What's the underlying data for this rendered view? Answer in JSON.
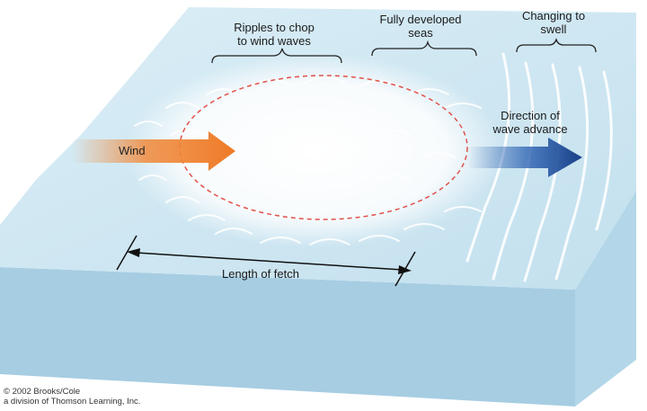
{
  "labels": {
    "ripples_line1": "Ripples to chop",
    "ripples_line2": "to wind waves",
    "fully_line1": "Fully developed",
    "fully_line2": "seas",
    "swell_line1": "Changing to",
    "swell_line2": "swell",
    "wind": "Wind",
    "direction_line1": "Direction of",
    "direction_line2": "wave advance",
    "fetch": "Length of fetch"
  },
  "credit": {
    "line1": "© 2002 Brooks/Cole",
    "line2": "a division of Thomson Learning, Inc."
  },
  "colors": {
    "sea_top": "#cfe6f1",
    "sea_front": "#a9d0e4",
    "sea_side": "#b9dbea",
    "wind_arrow": "#f08a3c",
    "advance_arrow": "#1f4f9e",
    "fetch_oval": "#e0524a"
  }
}
